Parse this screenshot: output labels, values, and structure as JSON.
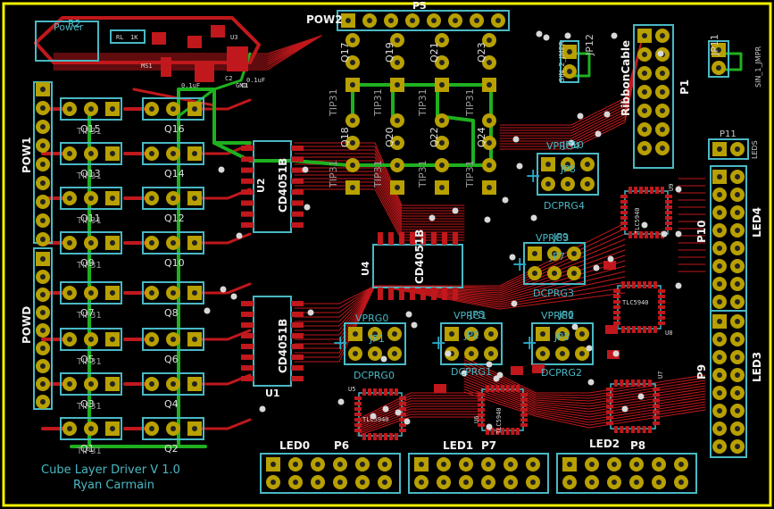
{
  "board": {
    "title_line1": "Cube Layer Driver V 1.0",
    "title_line2": "Ryan Carmain"
  },
  "colors": {
    "background": "#000000",
    "outline": "#f0f000",
    "trace_red": "#c0181c",
    "trace_green": "#1fb01f",
    "pad": "#b8a000",
    "silk": "#49b8c4",
    "label": "#f0f0f0",
    "via": "#d8d8d8"
  },
  "headers": {
    "pow2": "POW2",
    "p5": "P5",
    "pow1": "POW1",
    "powd": "POWD",
    "p1": "P1",
    "ribbon": "RibbonCable",
    "p10": "P10",
    "led4": "LED4",
    "p9": "P9",
    "led3": "LED3",
    "p11": "P11",
    "leds": "LEDS",
    "jp12": "JP12",
    "jp11": "JP11",
    "sin2": "SIN_2_JMPR",
    "sin1": "SIN_1_JMPR",
    "led0": "LED0",
    "p6": "P6",
    "led1": "LED1",
    "p7": "P7",
    "led2": "LED2",
    "p8": "P8"
  },
  "ics": {
    "u1": "U1",
    "u1_part": "CD4051B",
    "u2": "U2",
    "u2_part": "CD4051B",
    "u4": "U4",
    "u4_part": "CD4051B",
    "u5": "U5",
    "u5_part": "TLC5940",
    "u6": "U6",
    "u6_part": "TLC5940",
    "u7": "U7",
    "u8": "U8",
    "u8_part": "TLC5940",
    "u9": "U9",
    "u9_part": "TLC5940"
  },
  "jumpers": {
    "jp1": "JP1",
    "vprg0": "VPRG0",
    "dcprg0": "DCPRG0",
    "jp2": "JP2",
    "vprg1": "VPRG1",
    "jp5": "JP5",
    "dcprg1": "DCPRG1",
    "jp3": "JP3",
    "vprg2": "VPRG2",
    "jp6": "JP6",
    "dcprg2": "DCPRG2",
    "jp7": "JP7",
    "vprg3": "VPRG3",
    "jp9": "JP9",
    "dcprg3": "DCPRG3",
    "jp8": "JP8",
    "vprg4": "VPRG4",
    "jp10": "JP10",
    "dcprg4": "DCPRG4"
  },
  "transistors": {
    "left_col": [
      "Q15",
      "Q13",
      "Q11",
      "Q9",
      "Q7",
      "Q5",
      "Q3",
      "Q1"
    ],
    "left_sub": [
      "TIP31",
      "TIP31",
      "TIP31",
      "TIP31",
      "TIP31",
      "TIP31",
      "TIP31",
      "TIP31"
    ],
    "mid_col": [
      "Q16",
      "Q14",
      "Q12",
      "Q10",
      "Q8",
      "Q6",
      "Q4",
      "Q2"
    ],
    "top_row": [
      "Q17",
      "Q19",
      "Q21",
      "Q23"
    ],
    "second_row": [
      "Q18",
      "Q20",
      "Q22",
      "Q24"
    ],
    "tip": "TIP31"
  },
  "power": {
    "r2": "R2",
    "power_label": "Power",
    "rl": "RL",
    "rl_val": "1K",
    "c1": "C1",
    "c2": "C2",
    "c1_val": "0.1uF",
    "c2_val": "0.1uF",
    "ms1": "MS1",
    "u3": "U3",
    "gnd": "GND"
  }
}
